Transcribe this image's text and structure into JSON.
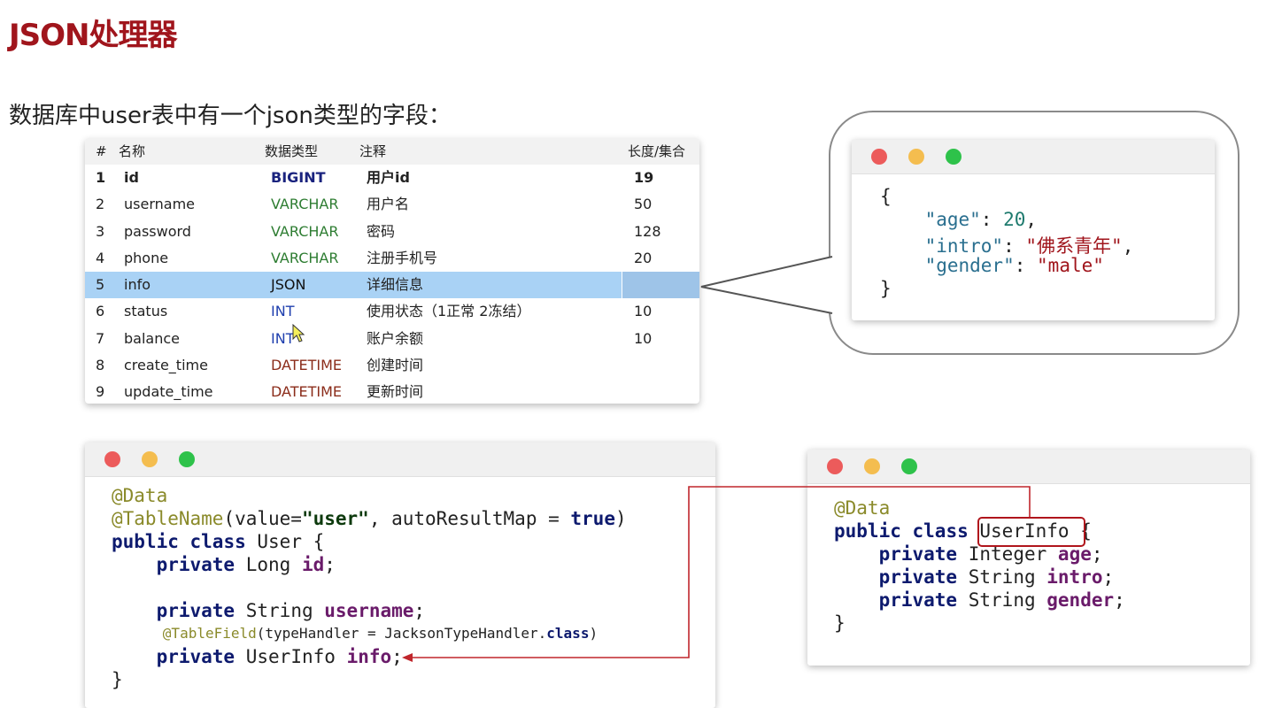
{
  "slide": {
    "title": "JSON处理器",
    "subtitle": "数据库中user表中有一个json类型的字段："
  },
  "db_table": {
    "columns": [
      "#",
      "名称",
      "数据类型",
      "注释",
      "长度/集合"
    ],
    "rows": [
      {
        "num": "1",
        "name": "id",
        "type": "BIGINT",
        "comment": "用户id",
        "length": "19"
      },
      {
        "num": "2",
        "name": "username",
        "type": "VARCHAR",
        "comment": "用户名",
        "length": "50"
      },
      {
        "num": "3",
        "name": "password",
        "type": "VARCHAR",
        "comment": "密码",
        "length": "128"
      },
      {
        "num": "4",
        "name": "phone",
        "type": "VARCHAR",
        "comment": "注册手机号",
        "length": "20"
      },
      {
        "num": "5",
        "name": "info",
        "type": "JSON",
        "comment": "详细信息",
        "length": ""
      },
      {
        "num": "6",
        "name": "status",
        "type": "INT",
        "comment": "使用状态（1正常 2冻结）",
        "length": "10"
      },
      {
        "num": "7",
        "name": "balance",
        "type": "INT",
        "comment": "账户余额",
        "length": "10"
      },
      {
        "num": "8",
        "name": "create_time",
        "type": "DATETIME",
        "comment": "创建时间",
        "length": ""
      },
      {
        "num": "9",
        "name": "update_time",
        "type": "DATETIME",
        "comment": "更新时间",
        "length": ""
      }
    ],
    "selected_row": "5",
    "type_colors": {
      "BIGINT": "#1a237e",
      "VARCHAR": "#2e7d32",
      "JSON": "#111111",
      "INT": "#1f3fae",
      "DATETIME": "#8b2c1a"
    }
  },
  "json_window": {
    "open": "{",
    "k1": "\"age\"",
    "v1": "20",
    "k2": "\"intro\"",
    "v2": "\"佛系青年\"",
    "k3": "\"gender\"",
    "v3": "\"male\"",
    "close": "}"
  },
  "user_window": {
    "a1": "@Data",
    "a2": "@TableName",
    "a2_args_pre": "(value=",
    "a2_str": "\"user\"",
    "a2_args_mid": ", autoResultMap = ",
    "a2_true": "true",
    "a2_close": ")",
    "kw_public": "public",
    "kw_class": "class",
    "cls_name": "User {",
    "kw_private": "private",
    "t_long": "Long",
    "f_id": "id",
    "t_string": "String",
    "f_username": "username",
    "a3": "@TableField",
    "a3_args": "(typeHandler = JacksonTypeHandler.",
    "a3_class": "class",
    "a3_close": ")",
    "t_userinfo": "UserInfo",
    "f_info": "info",
    "semi": ";",
    "close": "}"
  },
  "userinfo_window": {
    "a1": "@Data",
    "kw_public": "public",
    "kw_class": "class",
    "cls_name": "UserInfo",
    "brace": "{",
    "kw_private": "private",
    "t_integer": "Integer",
    "f_age": "age",
    "t_string": "String",
    "f_intro": "intro",
    "f_gender": "gender",
    "semi": ";",
    "close": "}"
  },
  "colors": {
    "accent": "#a0151c",
    "selection": "#a9d2f5",
    "mac_red": "#ec5b5b",
    "mac_yellow": "#f4bd4f",
    "mac_green": "#2ec24a"
  }
}
